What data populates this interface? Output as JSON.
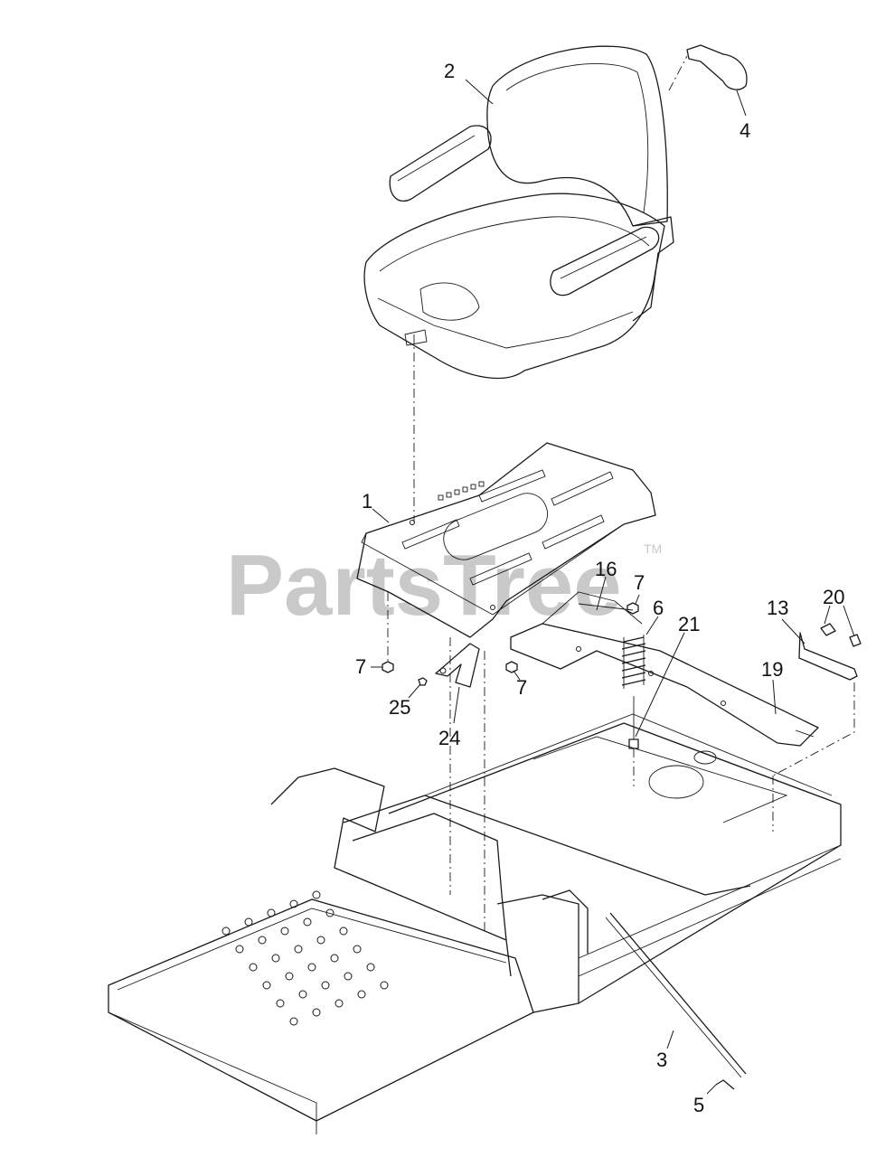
{
  "watermark": {
    "text": "PartsTree",
    "trademark": "TM"
  },
  "callouts": [
    {
      "id": "2",
      "label": "2"
    },
    {
      "id": "4",
      "label": "4"
    },
    {
      "id": "1",
      "label": "1"
    },
    {
      "id": "16",
      "label": "16"
    },
    {
      "id": "7a",
      "label": "7"
    },
    {
      "id": "6",
      "label": "6"
    },
    {
      "id": "21",
      "label": "21"
    },
    {
      "id": "13",
      "label": "13"
    },
    {
      "id": "20",
      "label": "20"
    },
    {
      "id": "19",
      "label": "19"
    },
    {
      "id": "7b",
      "label": "7"
    },
    {
      "id": "7c",
      "label": "7"
    },
    {
      "id": "25",
      "label": "25"
    },
    {
      "id": "24",
      "label": "24"
    },
    {
      "id": "3",
      "label": "3"
    },
    {
      "id": "5",
      "label": "5"
    }
  ]
}
